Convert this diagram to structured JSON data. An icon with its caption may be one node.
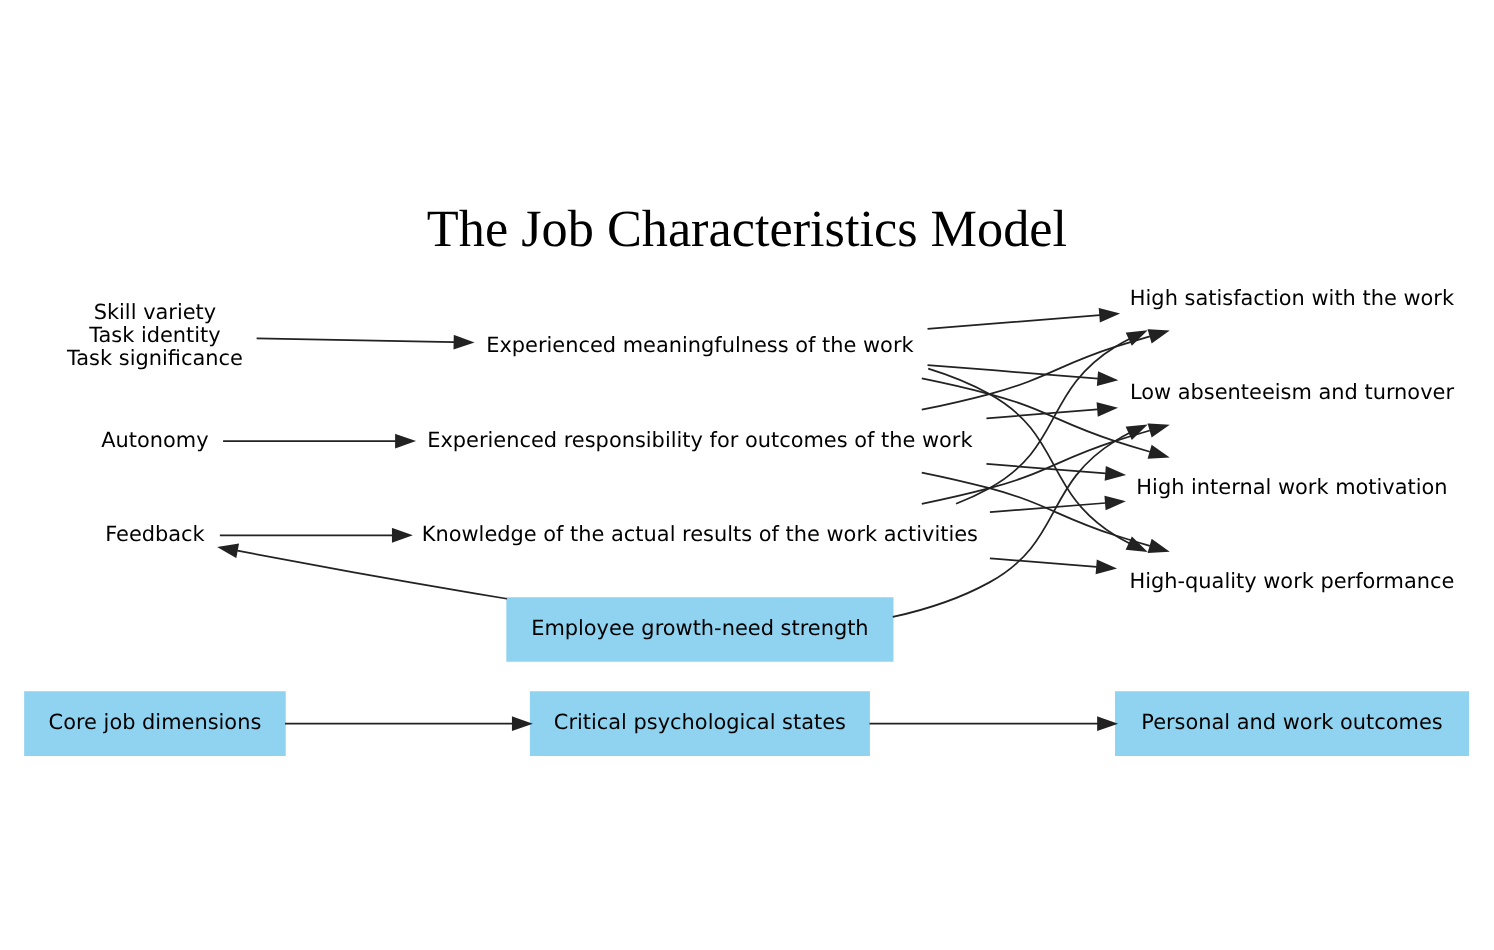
{
  "diagram": {
    "title": "The Job Characteristics Model",
    "nodes": [
      {
        "text": [
          "Core job dimensions"
        ]
      },
      {
        "text": [
          "Critical psychological states"
        ]
      },
      {
        "text": [
          "Personal and work outcomes"
        ]
      },
      {
        "text": [
          "Skill variety",
          "Task identity",
          "Task significance"
        ]
      },
      {
        "text": [
          "Experienced meaningfulness of the work"
        ]
      },
      {
        "text": [
          "Autonomy"
        ]
      },
      {
        "text": [
          "Experienced responsibility for outcomes of the work"
        ]
      },
      {
        "text": [
          "Feedback"
        ]
      },
      {
        "text": [
          "Knowledge of the actual results of the work activities"
        ]
      },
      {
        "text": [
          "High internal work motivation"
        ]
      },
      {
        "text": [
          "High-quality work performance"
        ]
      },
      {
        "text": [
          "High satisfaction with the work"
        ]
      },
      {
        "text": [
          "Low absenteeism and turnover"
        ]
      },
      {
        "text": [
          "Employee growth-need strength"
        ]
      }
    ],
    "edges": [
      {
        "from": 0,
        "to": 1,
        "arrow": "to"
      },
      {
        "from": 1,
        "to": 2,
        "arrow": "to"
      },
      {
        "from": 3,
        "to": 4,
        "arrow": "to"
      },
      {
        "from": 5,
        "to": 6,
        "arrow": "to"
      },
      {
        "from": 7,
        "to": 8,
        "arrow": "to"
      },
      {
        "from": 4,
        "to": 9,
        "arrow": "to"
      },
      {
        "from": 4,
        "to": 10,
        "arrow": "to"
      },
      {
        "from": 4,
        "to": 11,
        "arrow": "to"
      },
      {
        "from": 4,
        "to": 12,
        "arrow": "to"
      },
      {
        "from": 6,
        "to": 9,
        "arrow": "to"
      },
      {
        "from": 6,
        "to": 10,
        "arrow": "to"
      },
      {
        "from": 6,
        "to": 11,
        "arrow": "to"
      },
      {
        "from": 6,
        "to": 12,
        "arrow": "to"
      },
      {
        "from": 8,
        "to": 9,
        "arrow": "to"
      },
      {
        "from": 8,
        "to": 10,
        "arrow": "to"
      },
      {
        "from": 8,
        "to": 11,
        "arrow": "to"
      },
      {
        "from": 8,
        "to": 12,
        "arrow": "to"
      },
      {
        "from": 13,
        "to": 7,
        "arrow": "to"
      },
      {
        "from": 13,
        "to": 12,
        "arrow": "to"
      }
    ]
  }
}
